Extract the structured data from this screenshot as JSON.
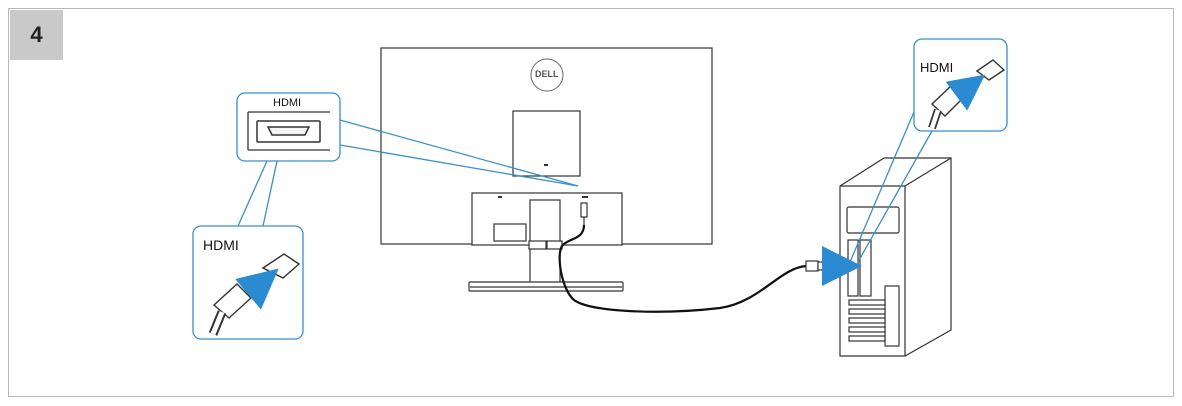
{
  "step": {
    "number": "4"
  },
  "brand": {
    "logo_text": "DELL"
  },
  "callouts": {
    "monitor_port_label": "HDMI",
    "monitor_cable_label": "HDMI",
    "pc_cable_label": "HDMI"
  },
  "colors": {
    "callout_blue": "#3a8fc8",
    "arrow_blue": "#2a8ad2",
    "line_dark": "#333333",
    "step_box_gray": "#c9c9c9",
    "frame_gray": "#b9b9b9"
  },
  "icons": [
    "hdmi-port-icon",
    "hdmi-connector-icon",
    "plug-arrow-icon",
    "dell-logo-icon"
  ]
}
